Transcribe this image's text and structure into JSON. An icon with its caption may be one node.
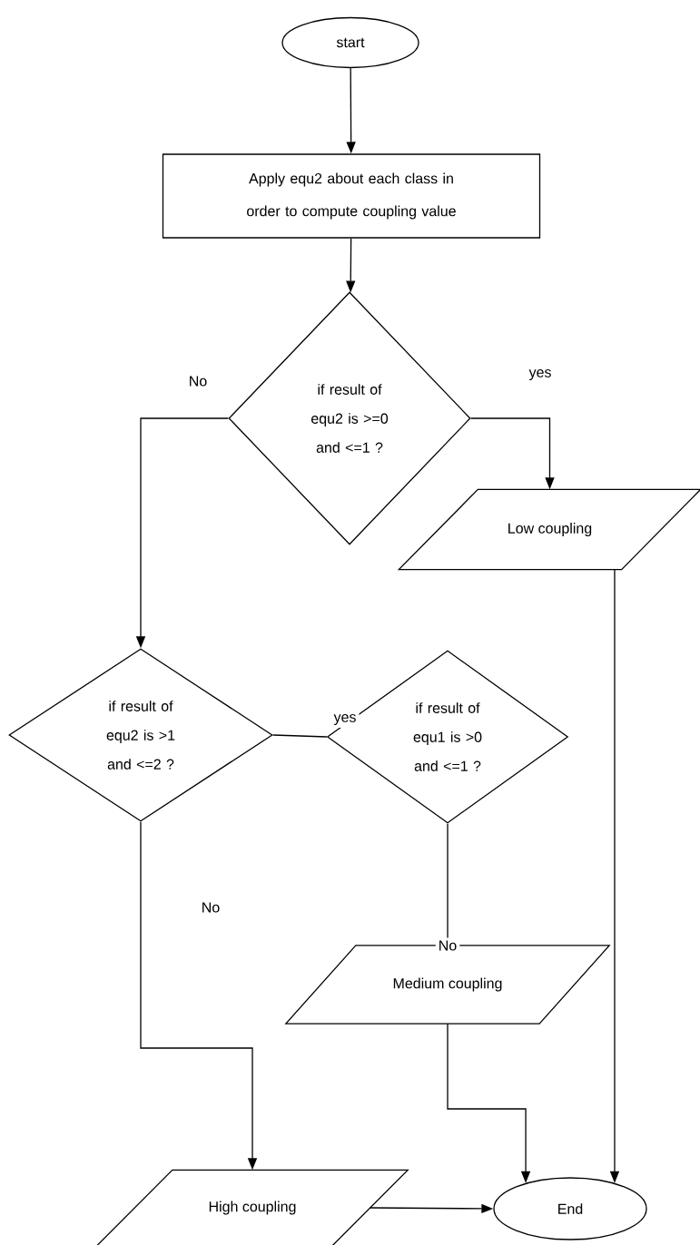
{
  "diagram": {
    "nodes": [
      {
        "text": [
          "start"
        ]
      },
      {
        "text": [
          "Apply equ2 about each class in order to compute coupling value"
        ]
      },
      {
        "text": [
          "if result of equ2 is >=0 and <=1 ?"
        ]
      },
      {
        "text": [
          "Low coupling"
        ]
      },
      {
        "text": [
          "if result of equ2 is >1 and <=2 ?"
        ]
      },
      {
        "text": [
          "if result of equ1 is >0 and <=1 ?"
        ]
      },
      {
        "text": [
          "Medium coupling"
        ]
      },
      {
        "text": [
          "High coupling"
        ]
      },
      {
        "text": [
          "End"
        ]
      }
    ],
    "edges": [
      {
        "from": 0,
        "to": 1,
        "arrow": "to"
      },
      {
        "from": 1,
        "to": 2,
        "arrow": "to"
      },
      {
        "from": 2,
        "to": 3,
        "arrow": "to",
        "label": "yes"
      },
      {
        "from": 2,
        "to": 4,
        "arrow": "to",
        "label": "No"
      },
      {
        "from": 4,
        "to": 5,
        "arrow": "none",
        "label": "yes"
      },
      {
        "from": 5,
        "to": 6,
        "arrow": "none",
        "label": "No"
      },
      {
        "from": 4,
        "to": 7,
        "arrow": "to",
        "label": "No"
      },
      {
        "from": 6,
        "to": 8,
        "arrow": "to"
      },
      {
        "from": 3,
        "to": 8,
        "arrow": "to"
      },
      {
        "from": 7,
        "to": 8,
        "arrow": "to"
      }
    ]
  }
}
